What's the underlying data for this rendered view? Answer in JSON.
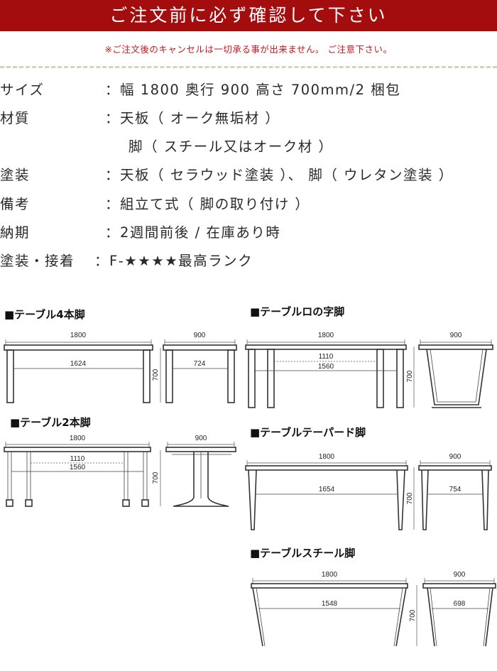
{
  "header": {
    "banner": "ご注文前に必ず確認して下さい",
    "notice": "※ご注文後のキャンセルは一切承る事が出来ません。 ご注意下さい。"
  },
  "specs": [
    {
      "label": "サイズ",
      "value": "：幅 1800 奥行 900 高さ 700mm/2 梱包"
    },
    {
      "label": "材質",
      "value": "：天板（ オーク無垢材 ）"
    },
    {
      "label": "",
      "value": "脚（ スチール又はオーク材 ）"
    },
    {
      "label": "塗装",
      "value": "：天板（ セラウッド塗装 ）、 脚（ ウレタン塗装 ）"
    },
    {
      "label": "備考",
      "value": "：組立て式（ 脚の取り付け ）"
    },
    {
      "label": "納期",
      "value": "：2週間前後 / 在庫あり時"
    },
    {
      "label": "塗装・接着",
      "value": "：F-★★★★最高ランク"
    }
  ],
  "diagrams": {
    "four_leg": {
      "title": "■テーブル4本脚",
      "width": "1800",
      "depth": "900",
      "height": "700",
      "inner_w": "1624",
      "inner_d": "724"
    },
    "ro_leg": {
      "title": "■テーブルロの字脚",
      "width": "1800",
      "depth": "900",
      "height": "700",
      "inner_a": "1110",
      "inner_b": "1560"
    },
    "two_leg": {
      "title": "■テーブル2本脚",
      "width": "1800",
      "depth": "900",
      "height": "700",
      "inner_a": "1110",
      "inner_b": "1560"
    },
    "tapered": {
      "title": "■テーブルテーパード脚",
      "width": "1800",
      "depth": "900",
      "height": "700",
      "inner_w": "1654",
      "inner_d": "754"
    },
    "steel": {
      "title": "■テーブルスチール脚",
      "width": "1800",
      "depth": "900",
      "height": "700",
      "inner_w": "1548",
      "inner_d": "698"
    }
  }
}
